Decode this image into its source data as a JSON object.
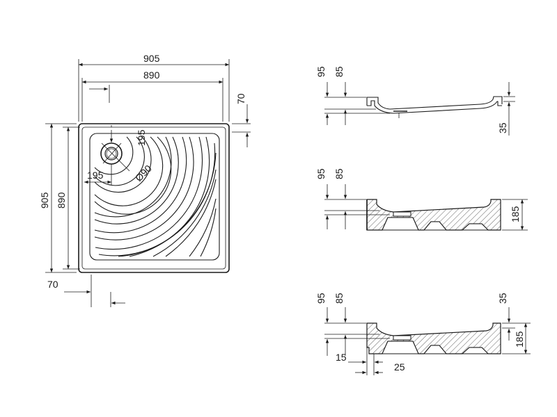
{
  "plan_view": {
    "outer_width": "905",
    "inner_width": "890",
    "outer_height": "905",
    "inner_height": "890",
    "rim_top": "70",
    "rim_left": "70",
    "drain_offset_x": "195",
    "drain_offset_y": "195",
    "drain_diameter": "Ø90"
  },
  "section_top": {
    "dim_95": "95",
    "dim_85": "85",
    "dim_35": "35"
  },
  "section_middle": {
    "dim_95": "95",
    "dim_85": "85",
    "dim_185": "185"
  },
  "section_bottom": {
    "dim_95": "95",
    "dim_85": "85",
    "dim_35": "35",
    "dim_185": "185",
    "dim_15": "15",
    "dim_25": "25"
  }
}
